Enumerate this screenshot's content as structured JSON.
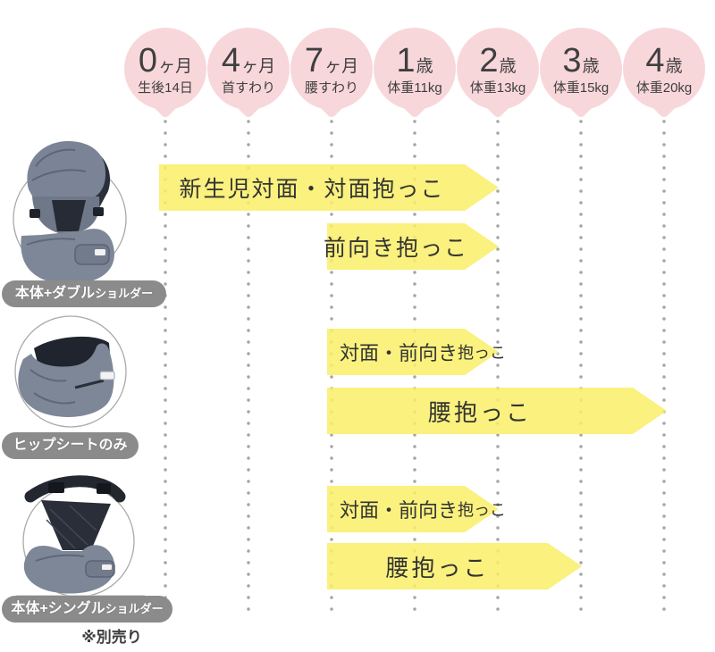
{
  "timeline": {
    "balloon_color": "#f8d7db",
    "milestones": [
      {
        "number": "0",
        "unit": "ヶ月",
        "note": "生後14日"
      },
      {
        "number": "4",
        "unit": "ヶ月",
        "note": "首すわり"
      },
      {
        "number": "7",
        "unit": "ヶ月",
        "note": "腰すわり"
      },
      {
        "number": "1",
        "unit": "歳",
        "note": "体重11kg"
      },
      {
        "number": "2",
        "unit": "歳",
        "note": "体重13kg"
      },
      {
        "number": "3",
        "unit": "歳",
        "note": "体重15kg"
      },
      {
        "number": "4",
        "unit": "歳",
        "note": "体重20kg"
      }
    ]
  },
  "sections": [
    {
      "label_main": "本体+ダブル",
      "label_sub": "ショルダー",
      "arrows": [
        {
          "text": "新生児対面・対面抱っこ",
          "from": "0ヶ月",
          "to": "2歳"
        },
        {
          "text": "前向き抱っこ",
          "from": "7ヶ月",
          "to": "2歳"
        }
      ]
    },
    {
      "label_main": "ヒップシートのみ",
      "label_sub": "",
      "arrows": [
        {
          "text": "対面・前向き",
          "text_small": "抱っこ",
          "from": "7ヶ月",
          "to": "2歳"
        },
        {
          "text": "腰抱っこ",
          "from": "7ヶ月",
          "to": "4歳"
        }
      ]
    },
    {
      "label_main": "本体+シングル",
      "label_sub": "ショルダー",
      "note": "※別売り",
      "arrows": [
        {
          "text": "対面・前向き",
          "text_small": "抱っこ",
          "from": "7ヶ月",
          "to": "2歳"
        },
        {
          "text": "腰抱っこ",
          "from": "7ヶ月",
          "to": "3歳"
        }
      ]
    }
  ],
  "colors": {
    "arrow_yellow": "#f8ee67",
    "balloon_pink": "#f8d7db",
    "pill_gray": "#8b8b8b",
    "dot_gray": "#a5a5a5",
    "text_dark": "#3f3f3f"
  }
}
